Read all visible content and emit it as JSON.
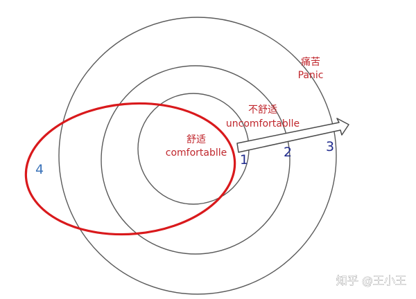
{
  "zones": [
    {
      "id": "comfort",
      "line1": "舒适",
      "line2": "comfortablle"
    },
    {
      "id": "uncomfort",
      "line1": "不舒适",
      "line2": "uncomfortablle"
    },
    {
      "id": "panic",
      "line1": "痛苦",
      "line2": "Panic"
    }
  ],
  "markers": [
    {
      "id": "1",
      "text": "1"
    },
    {
      "id": "2",
      "text": "2"
    },
    {
      "id": "3",
      "text": "3"
    },
    {
      "id": "4",
      "text": "4"
    }
  ],
  "watermark": "知乎 @王小王",
  "colors": {
    "ring": "#5a5a5a",
    "highlight_ellipse": "#d9191c",
    "label_text": "#c0272d",
    "marker_navy": "#1f2a8c",
    "marker_blue": "#3b73b9",
    "arrow_stroke": "#4a4a4a",
    "arrow_fill": "#ffffff"
  }
}
